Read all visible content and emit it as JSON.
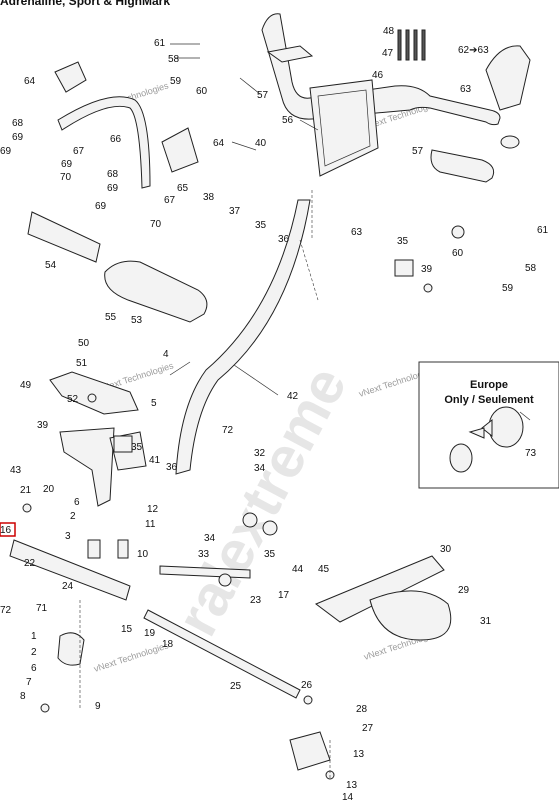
{
  "header": {
    "title": "Adrenaline, Sport & HighMark"
  },
  "watermarks": {
    "vnext": "vNext Technologies",
    "site": "ralextreme"
  },
  "inset": {
    "line1": "Europe",
    "line2": "Only / Seulement"
  },
  "callouts": [
    {
      "id": "48",
      "text": "48"
    },
    {
      "id": "47",
      "text": "47"
    },
    {
      "id": "46",
      "text": "46"
    },
    {
      "id": "62-63",
      "text": "62➔63"
    },
    {
      "id": "61a",
      "text": "61"
    },
    {
      "id": "58a",
      "text": "58"
    },
    {
      "id": "59a",
      "text": "59"
    },
    {
      "id": "60a",
      "text": "60"
    },
    {
      "id": "57a",
      "text": "57"
    },
    {
      "id": "64a",
      "text": "64"
    },
    {
      "id": "63a",
      "text": "63"
    },
    {
      "id": "56",
      "text": "56"
    },
    {
      "id": "68a",
      "text": "68"
    },
    {
      "id": "69a",
      "text": "69"
    },
    {
      "id": "69b",
      "text": "69"
    },
    {
      "id": "67a",
      "text": "67"
    },
    {
      "id": "69c",
      "text": "69"
    },
    {
      "id": "70a",
      "text": "70"
    },
    {
      "id": "66",
      "text": "66"
    },
    {
      "id": "64b",
      "text": "64"
    },
    {
      "id": "40",
      "text": "40"
    },
    {
      "id": "57b",
      "text": "57"
    },
    {
      "id": "68b",
      "text": "68"
    },
    {
      "id": "69d",
      "text": "69"
    },
    {
      "id": "65",
      "text": "65"
    },
    {
      "id": "67b",
      "text": "67"
    },
    {
      "id": "69e",
      "text": "69"
    },
    {
      "id": "70b",
      "text": "70"
    },
    {
      "id": "38",
      "text": "38"
    },
    {
      "id": "37",
      "text": "37"
    },
    {
      "id": "35a",
      "text": "35"
    },
    {
      "id": "36a",
      "text": "36"
    },
    {
      "id": "63b",
      "text": "63"
    },
    {
      "id": "60b",
      "text": "60"
    },
    {
      "id": "61b",
      "text": "61"
    },
    {
      "id": "35b",
      "text": "35"
    },
    {
      "id": "39a",
      "text": "39"
    },
    {
      "id": "58b",
      "text": "58"
    },
    {
      "id": "59b",
      "text": "59"
    },
    {
      "id": "54",
      "text": "54"
    },
    {
      "id": "55",
      "text": "55"
    },
    {
      "id": "53",
      "text": "53"
    },
    {
      "id": "50",
      "text": "50"
    },
    {
      "id": "4",
      "text": "4"
    },
    {
      "id": "51",
      "text": "51"
    },
    {
      "id": "49",
      "text": "49"
    },
    {
      "id": "5",
      "text": "5"
    },
    {
      "id": "52",
      "text": "52"
    },
    {
      "id": "42",
      "text": "42"
    },
    {
      "id": "72a",
      "text": "72"
    },
    {
      "id": "32",
      "text": "32"
    },
    {
      "id": "34a",
      "text": "34"
    },
    {
      "id": "39b",
      "text": "39"
    },
    {
      "id": "35c",
      "text": "35"
    },
    {
      "id": "43",
      "text": "43"
    },
    {
      "id": "41",
      "text": "41"
    },
    {
      "id": "36b",
      "text": "36"
    },
    {
      "id": "20",
      "text": "20"
    },
    {
      "id": "21",
      "text": "21"
    },
    {
      "id": "6a",
      "text": "6"
    },
    {
      "id": "12",
      "text": "12"
    },
    {
      "id": "2a",
      "text": "2"
    },
    {
      "id": "11",
      "text": "11"
    },
    {
      "id": "16",
      "text": "16"
    },
    {
      "id": "3",
      "text": "3"
    },
    {
      "id": "22",
      "text": "22"
    },
    {
      "id": "10",
      "text": "10"
    },
    {
      "id": "34b",
      "text": "34"
    },
    {
      "id": "33",
      "text": "33"
    },
    {
      "id": "35d",
      "text": "35"
    },
    {
      "id": "44",
      "text": "44"
    },
    {
      "id": "45",
      "text": "45"
    },
    {
      "id": "30",
      "text": "30"
    },
    {
      "id": "24",
      "text": "24"
    },
    {
      "id": "23",
      "text": "23"
    },
    {
      "id": "17",
      "text": "17"
    },
    {
      "id": "29",
      "text": "29"
    },
    {
      "id": "72b",
      "text": "72"
    },
    {
      "id": "71",
      "text": "71"
    },
    {
      "id": "15",
      "text": "15"
    },
    {
      "id": "19",
      "text": "19"
    },
    {
      "id": "18",
      "text": "18"
    },
    {
      "id": "31",
      "text": "31"
    },
    {
      "id": "1",
      "text": "1"
    },
    {
      "id": "2b",
      "text": "2"
    },
    {
      "id": "6b",
      "text": "6"
    },
    {
      "id": "7",
      "text": "7"
    },
    {
      "id": "8",
      "text": "8"
    },
    {
      "id": "9",
      "text": "9"
    },
    {
      "id": "25",
      "text": "25"
    },
    {
      "id": "26",
      "text": "26"
    },
    {
      "id": "28",
      "text": "28"
    },
    {
      "id": "27",
      "text": "27"
    },
    {
      "id": "13a",
      "text": "13"
    },
    {
      "id": "13b",
      "text": "13"
    },
    {
      "id": "14",
      "text": "14"
    },
    {
      "id": "73",
      "text": "73"
    }
  ]
}
